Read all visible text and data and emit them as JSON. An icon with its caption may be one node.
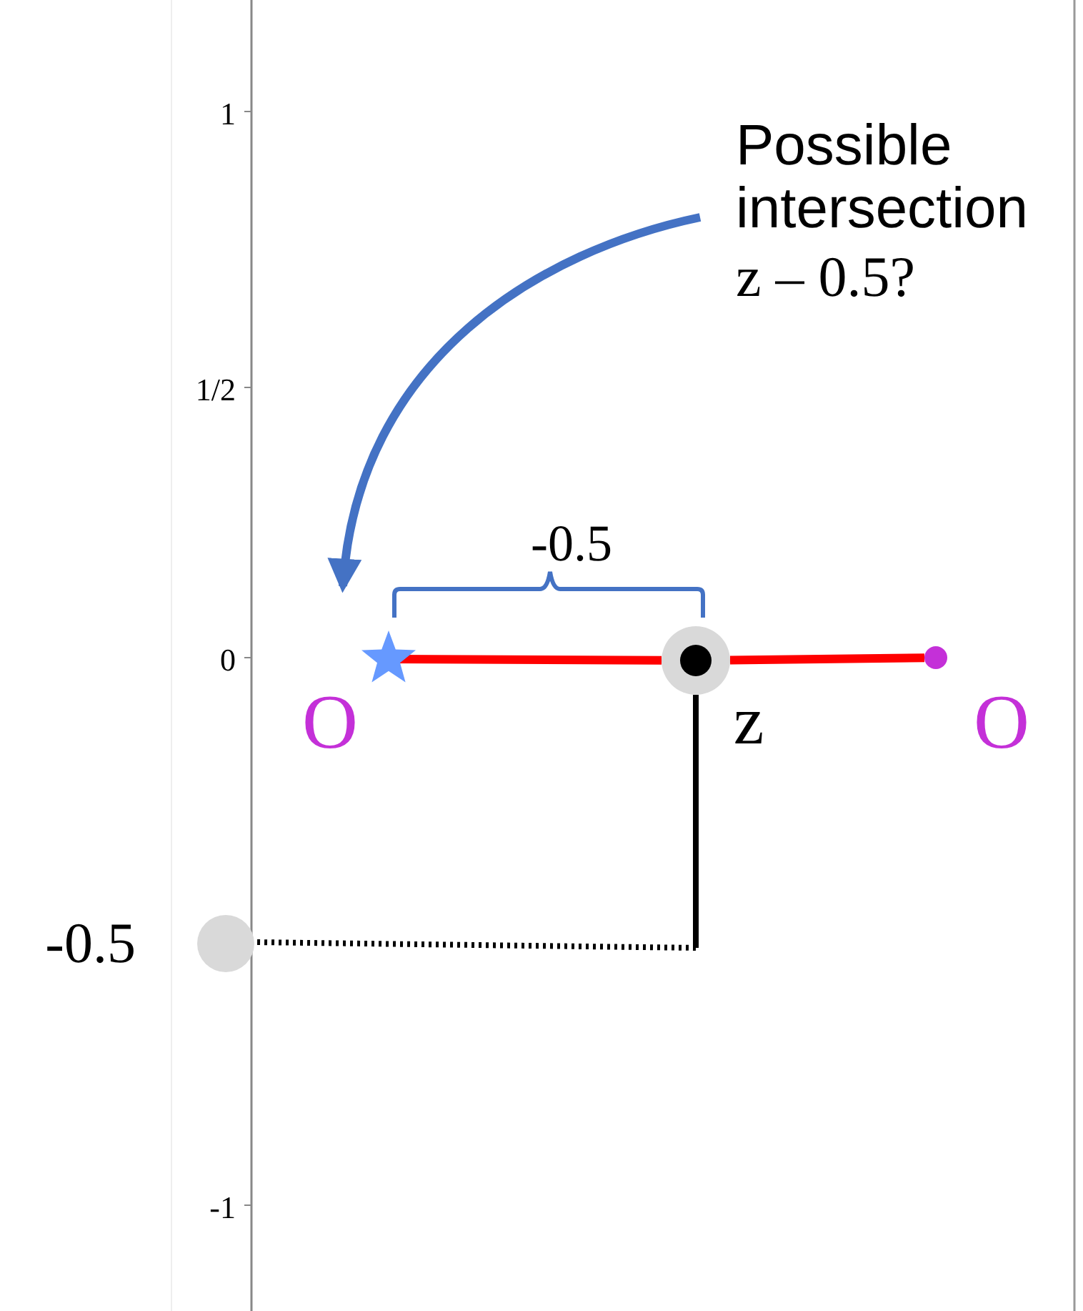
{
  "diagram": {
    "nodes": [
      {
        "text": [
          "Possible intersection",
          "z – 0.5?"
        ]
      },
      {
        "text": [],
        "shape": "star",
        "beside": [
          "O"
        ]
      },
      {
        "text": [],
        "shape": "circle",
        "beside": [
          "z"
        ]
      },
      {
        "text": [],
        "shape": "circle",
        "beside": [
          "O"
        ]
      },
      {
        "text": [],
        "shape": "circle",
        "beside": [
          "-0.5"
        ]
      }
    ],
    "edges": [
      {
        "from": 0,
        "to": 1,
        "arrow": "to",
        "color": "#4472c4"
      },
      {
        "from": 1,
        "to": 2,
        "arrow": "none",
        "color": "#ff0000"
      },
      {
        "from": 2,
        "to": 3,
        "arrow": "none",
        "color": "#ff0000"
      },
      {
        "from": 2,
        "to": 4,
        "arrow": "none",
        "style": "dashed",
        "color": "#000000"
      }
    ],
    "labels": [
      "1",
      "1/2",
      "-0.5",
      "0",
      "-1"
    ]
  }
}
